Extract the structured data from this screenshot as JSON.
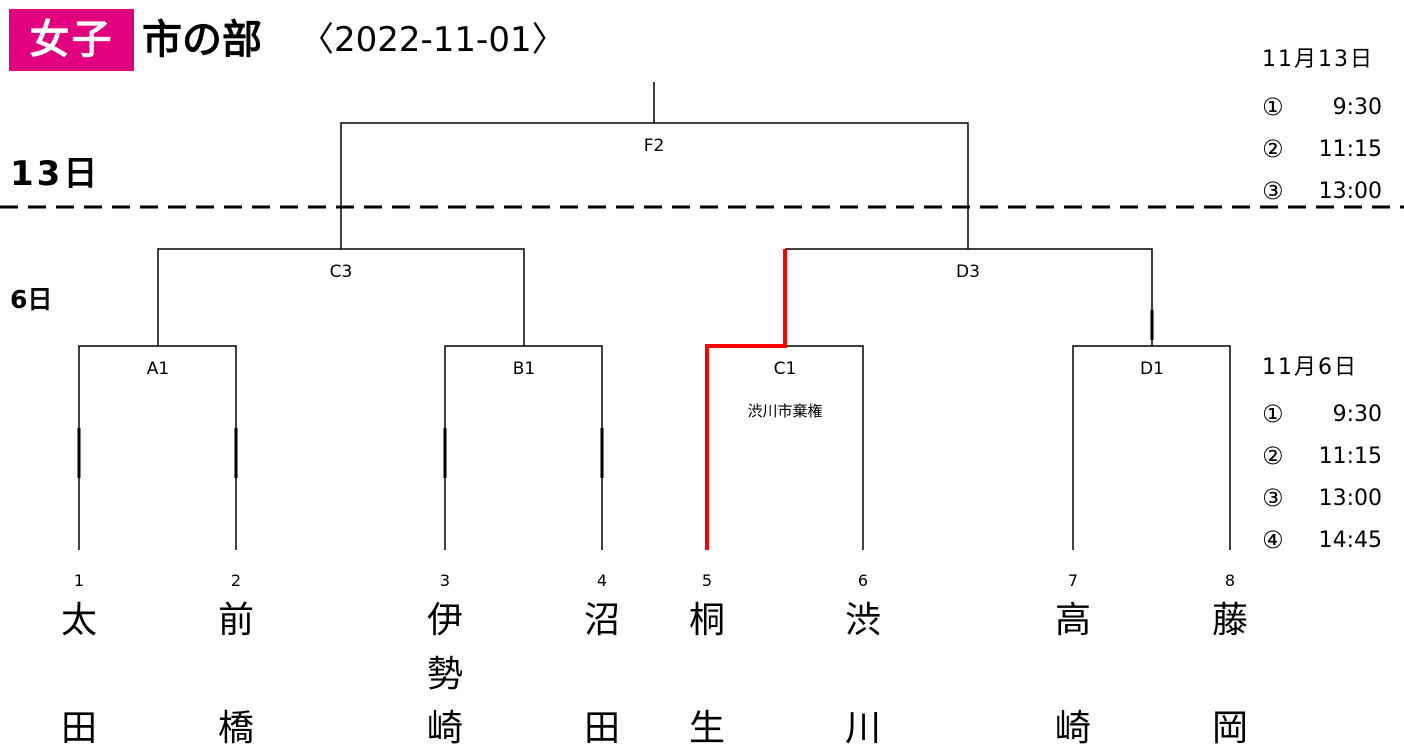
{
  "header": {
    "badge": "女子",
    "title": "市の部",
    "date": "〈2022-11-01〉"
  },
  "day_labels": {
    "top": "13日",
    "bottom": "6日"
  },
  "schedule_13": {
    "date": "11月13日",
    "rows": [
      {
        "num": "①",
        "time": "9:30"
      },
      {
        "num": "②",
        "time": "11:15"
      },
      {
        "num": "③",
        "time": "13:00"
      }
    ]
  },
  "schedule_6": {
    "date": "11月6日",
    "rows": [
      {
        "num": "①",
        "time": "9:30"
      },
      {
        "num": "②",
        "time": "11:15"
      },
      {
        "num": "③",
        "time": "13:00"
      },
      {
        "num": "④",
        "time": "14:45"
      }
    ]
  },
  "matches": {
    "A1": "A1",
    "B1": "B1",
    "C1": "C1",
    "D1": "D1",
    "C3": "C3",
    "D3": "D3",
    "F2": "F2"
  },
  "notes": {
    "C1": "渋川市棄権"
  },
  "highlight_color": "#ff0000",
  "teams": [
    {
      "seed": "1",
      "chars": [
        "太",
        "田"
      ]
    },
    {
      "seed": "2",
      "chars": [
        "前",
        "橋"
      ]
    },
    {
      "seed": "3",
      "chars": [
        "伊",
        "勢",
        "崎"
      ]
    },
    {
      "seed": "4",
      "chars": [
        "沼",
        "田"
      ]
    },
    {
      "seed": "5",
      "chars": [
        "桐",
        "生"
      ]
    },
    {
      "seed": "6",
      "chars": [
        "渋",
        "川"
      ]
    },
    {
      "seed": "7",
      "chars": [
        "高",
        "崎"
      ]
    },
    {
      "seed": "8",
      "chars": [
        "藤",
        "岡"
      ]
    }
  ]
}
